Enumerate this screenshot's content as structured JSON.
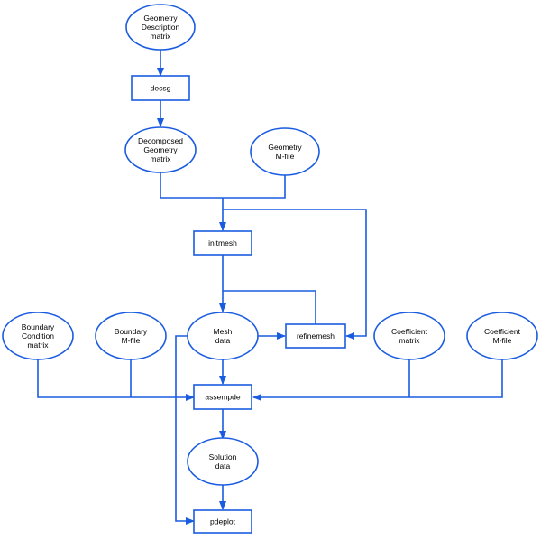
{
  "colors": {
    "line": "#1a5ce0",
    "text": "#000000",
    "background": "#ffffff"
  },
  "nodes": {
    "geom_desc": {
      "lines": [
        "Geometry",
        "Description",
        "matrix"
      ]
    },
    "decsg": {
      "lines": [
        "decsg"
      ]
    },
    "decomp": {
      "lines": [
        "Decomposed",
        "Geometry",
        "matrix"
      ]
    },
    "geom_mfile": {
      "lines": [
        "Geometry",
        "M-file"
      ]
    },
    "initmesh": {
      "lines": [
        "initmesh"
      ]
    },
    "bc_matrix": {
      "lines": [
        "Boundary",
        "Condition",
        "matrix"
      ]
    },
    "bc_mfile": {
      "lines": [
        "Boundary",
        "M-file"
      ]
    },
    "mesh": {
      "lines": [
        "Mesh",
        "data"
      ]
    },
    "refinemesh": {
      "lines": [
        "refinemesh"
      ]
    },
    "coef_matrix": {
      "lines": [
        "Coefficient",
        "matrix"
      ]
    },
    "coef_mfile": {
      "lines": [
        "Coefficient",
        "M-file"
      ]
    },
    "assempde": {
      "lines": [
        "assempde"
      ]
    },
    "solution": {
      "lines": [
        "Solution",
        "data"
      ]
    },
    "pdeplot": {
      "lines": [
        "pdeplot"
      ]
    }
  }
}
